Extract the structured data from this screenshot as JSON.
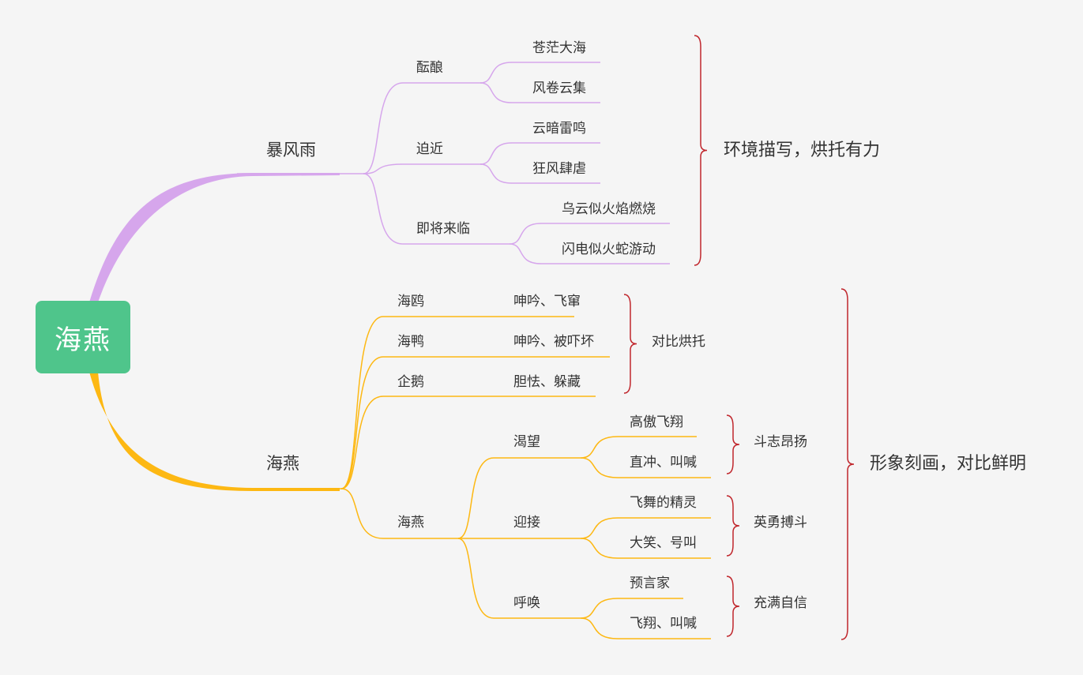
{
  "root": {
    "label": "海燕",
    "color": "#4fc58b"
  },
  "colors": {
    "purple": "#d6a6ec",
    "orange": "#fdb813",
    "brace": "#c0262c",
    "text": "#333333"
  },
  "branches": [
    {
      "label": "暴风雨",
      "groups": [
        {
          "label": "酝酿",
          "leaves": [
            "苍茫大海",
            "风卷云集"
          ]
        },
        {
          "label": "迫近",
          "leaves": [
            "云暗雷鸣",
            "狂风肆虐"
          ]
        },
        {
          "label": "即将来临",
          "leaves": [
            "乌云似火焰燃烧",
            "闪电似火蛇游动"
          ]
        }
      ],
      "summary": "环境描写，烘托有力"
    },
    {
      "label": "海燕",
      "birds": [
        {
          "label": "海鸥",
          "desc": "呻吟、飞窜"
        },
        {
          "label": "海鸭",
          "desc": "呻吟、被吓坏"
        },
        {
          "label": "企鹅",
          "desc": "胆怯、躲藏"
        }
      ],
      "birds_summary": "对比烘托",
      "petrel": {
        "label": "海燕",
        "actions": [
          {
            "label": "渴望",
            "leaves": [
              "高傲飞翔",
              "直冲、叫喊"
            ],
            "summary": "斗志昂扬"
          },
          {
            "label": "迎接",
            "leaves": [
              "飞舞的精灵",
              "大笑、号叫"
            ],
            "summary": "英勇搏斗"
          },
          {
            "label": "呼唤",
            "leaves": [
              "预言家",
              "飞翔、叫喊"
            ],
            "summary": "充满自信"
          }
        ]
      },
      "summary": "形象刻画，对比鲜明"
    }
  ]
}
